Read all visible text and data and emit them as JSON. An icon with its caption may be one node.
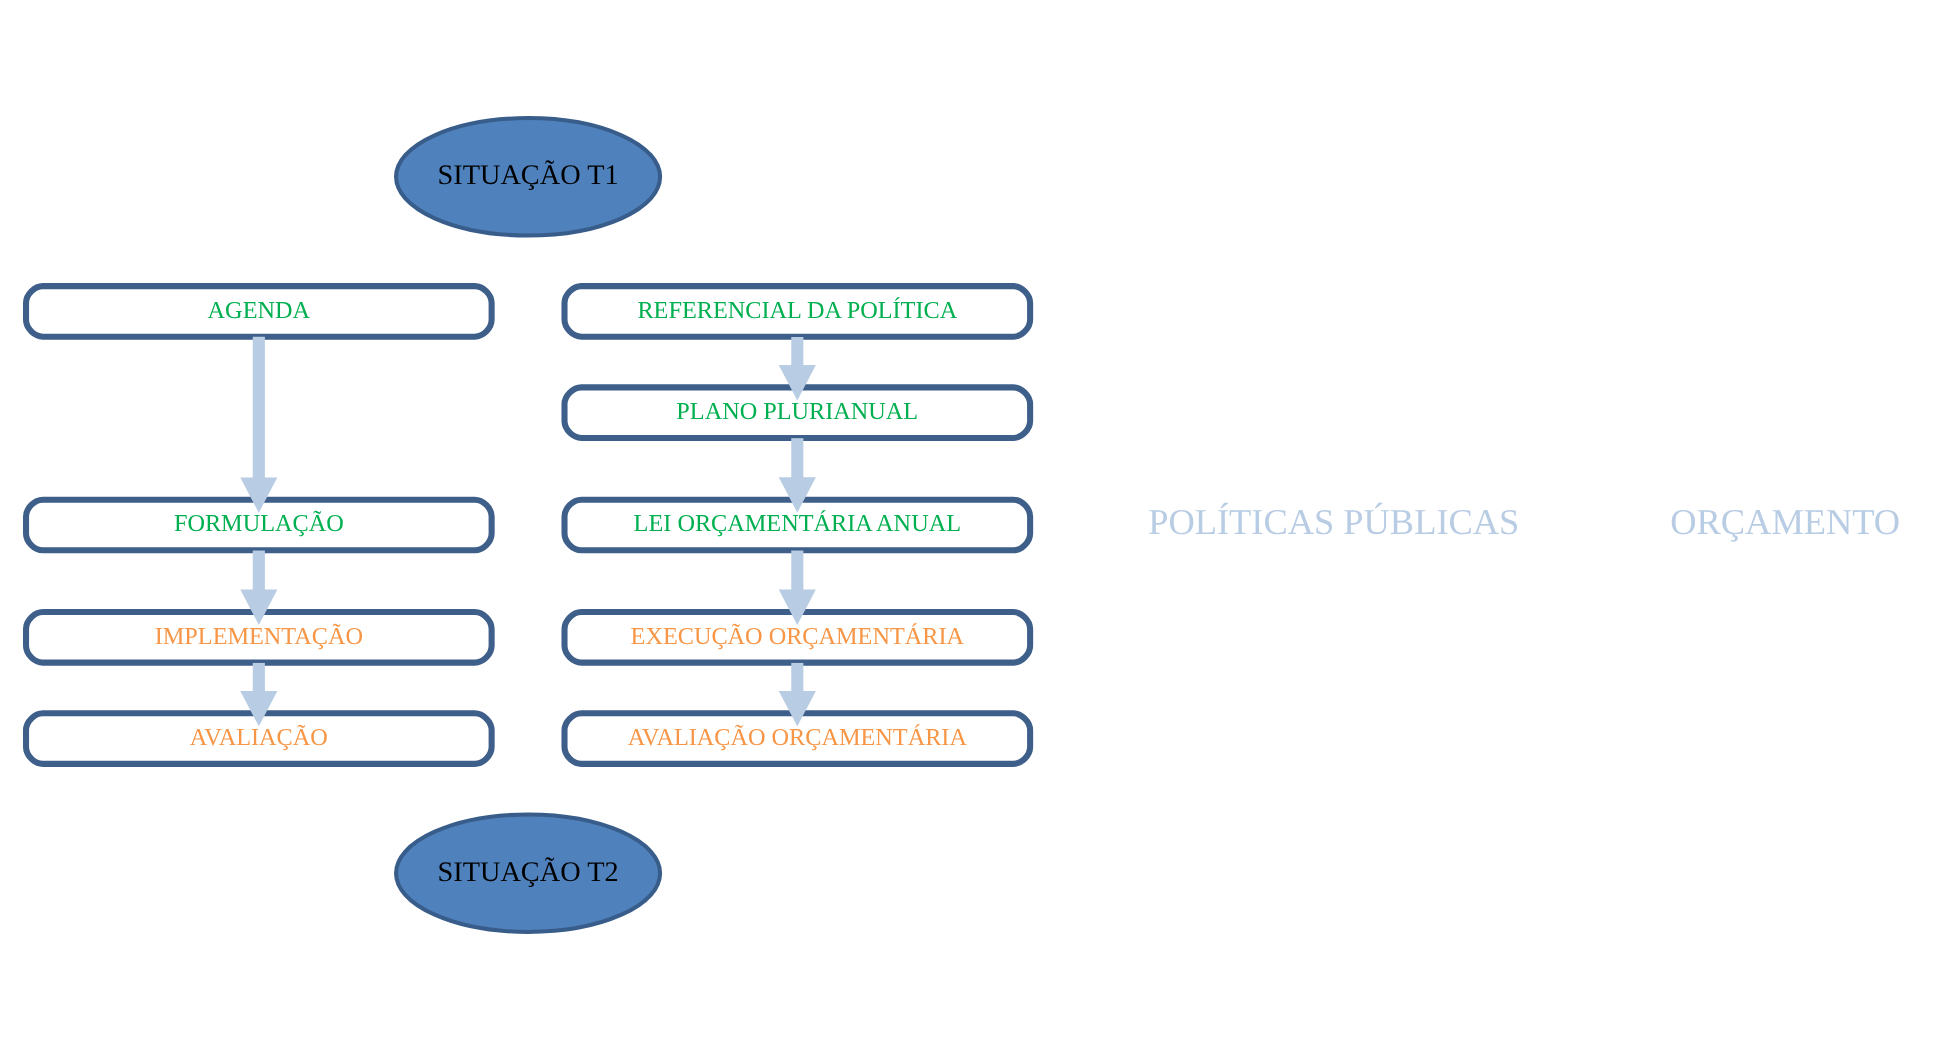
{
  "diagram": {
    "nodes": [
      {
        "text": [
          "SITUAÇÃO T1"
        ]
      },
      {
        "text": [
          "AGENDA"
        ]
      },
      {
        "text": [
          "FORMULAÇÃO"
        ]
      },
      {
        "text": [
          "IMPLEMENTAÇÃO"
        ]
      },
      {
        "text": [
          "AVALIAÇÃO"
        ]
      },
      {
        "text": [
          "REFERENCIAL DA POLÍTICA"
        ]
      },
      {
        "text": [
          "PLANO PLURIANUAL"
        ]
      },
      {
        "text": [
          "LEI ORÇAMENTÁRIA ANUAL"
        ]
      },
      {
        "text": [
          "EXECUÇÃO ORÇAMENTÁRIA"
        ]
      },
      {
        "text": [
          "AVALIAÇÃO ORÇAMENTÁRIA"
        ]
      },
      {
        "text": [
          "SITUAÇÃO T2"
        ]
      }
    ],
    "edges": [
      {
        "from": 1,
        "to": 2,
        "arrow": "to"
      },
      {
        "from": 2,
        "to": 3,
        "arrow": "to"
      },
      {
        "from": 3,
        "to": 4,
        "arrow": "to"
      },
      {
        "from": 5,
        "to": 6,
        "arrow": "to"
      },
      {
        "from": 6,
        "to": 7,
        "arrow": "to"
      },
      {
        "from": 7,
        "to": 8,
        "arrow": "to"
      },
      {
        "from": 8,
        "to": 9,
        "arrow": "to"
      }
    ],
    "labels": [
      "POLÍTICAS PÚBLICAS",
      "ORÇAMENTO"
    ]
  }
}
